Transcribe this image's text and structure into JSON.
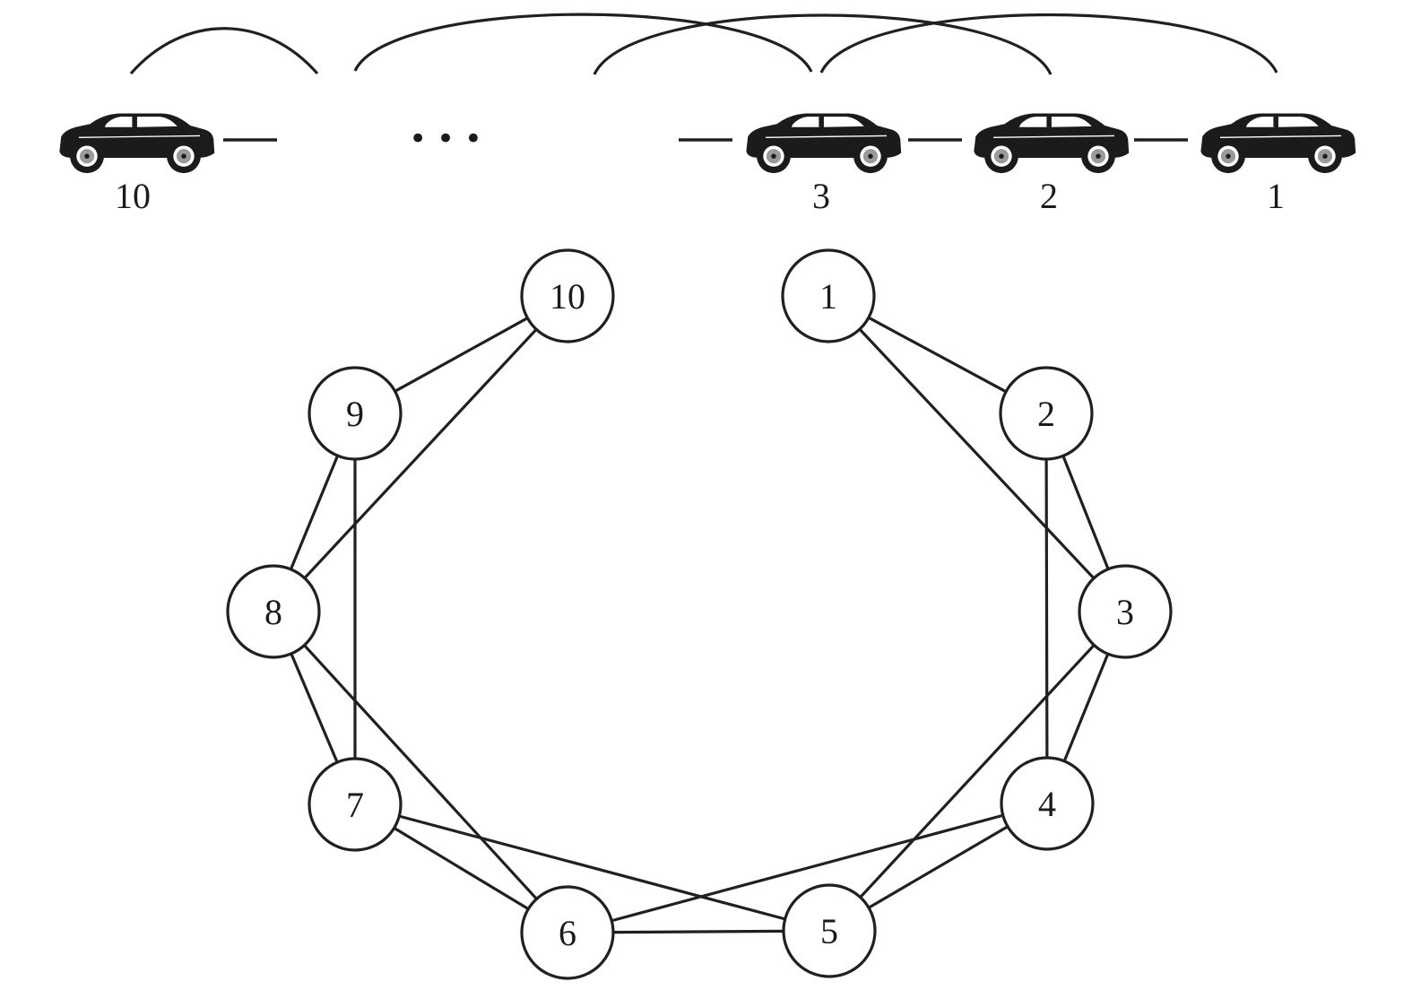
{
  "platoon": {
    "vehicles": [
      {
        "id": "10",
        "label": "10"
      },
      {
        "id": "3",
        "label": "3"
      },
      {
        "id": "2",
        "label": "2"
      },
      {
        "id": "1",
        "label": "1"
      }
    ],
    "ellipsis": "• • •"
  },
  "topology": {
    "nodes": [
      {
        "id": "1",
        "label": "1"
      },
      {
        "id": "2",
        "label": "2"
      },
      {
        "id": "3",
        "label": "3"
      },
      {
        "id": "4",
        "label": "4"
      },
      {
        "id": "5",
        "label": "5"
      },
      {
        "id": "6",
        "label": "6"
      },
      {
        "id": "7",
        "label": "7"
      },
      {
        "id": "8",
        "label": "8"
      },
      {
        "id": "9",
        "label": "9"
      },
      {
        "id": "10",
        "label": "10"
      }
    ],
    "edges": [
      [
        "1",
        "2"
      ],
      [
        "2",
        "3"
      ],
      [
        "3",
        "4"
      ],
      [
        "4",
        "5"
      ],
      [
        "5",
        "6"
      ],
      [
        "6",
        "7"
      ],
      [
        "7",
        "8"
      ],
      [
        "8",
        "9"
      ],
      [
        "9",
        "10"
      ],
      [
        "1",
        "3"
      ],
      [
        "2",
        "4"
      ],
      [
        "3",
        "5"
      ],
      [
        "4",
        "6"
      ],
      [
        "5",
        "7"
      ],
      [
        "6",
        "8"
      ],
      [
        "7",
        "9"
      ],
      [
        "8",
        "10"
      ]
    ]
  }
}
